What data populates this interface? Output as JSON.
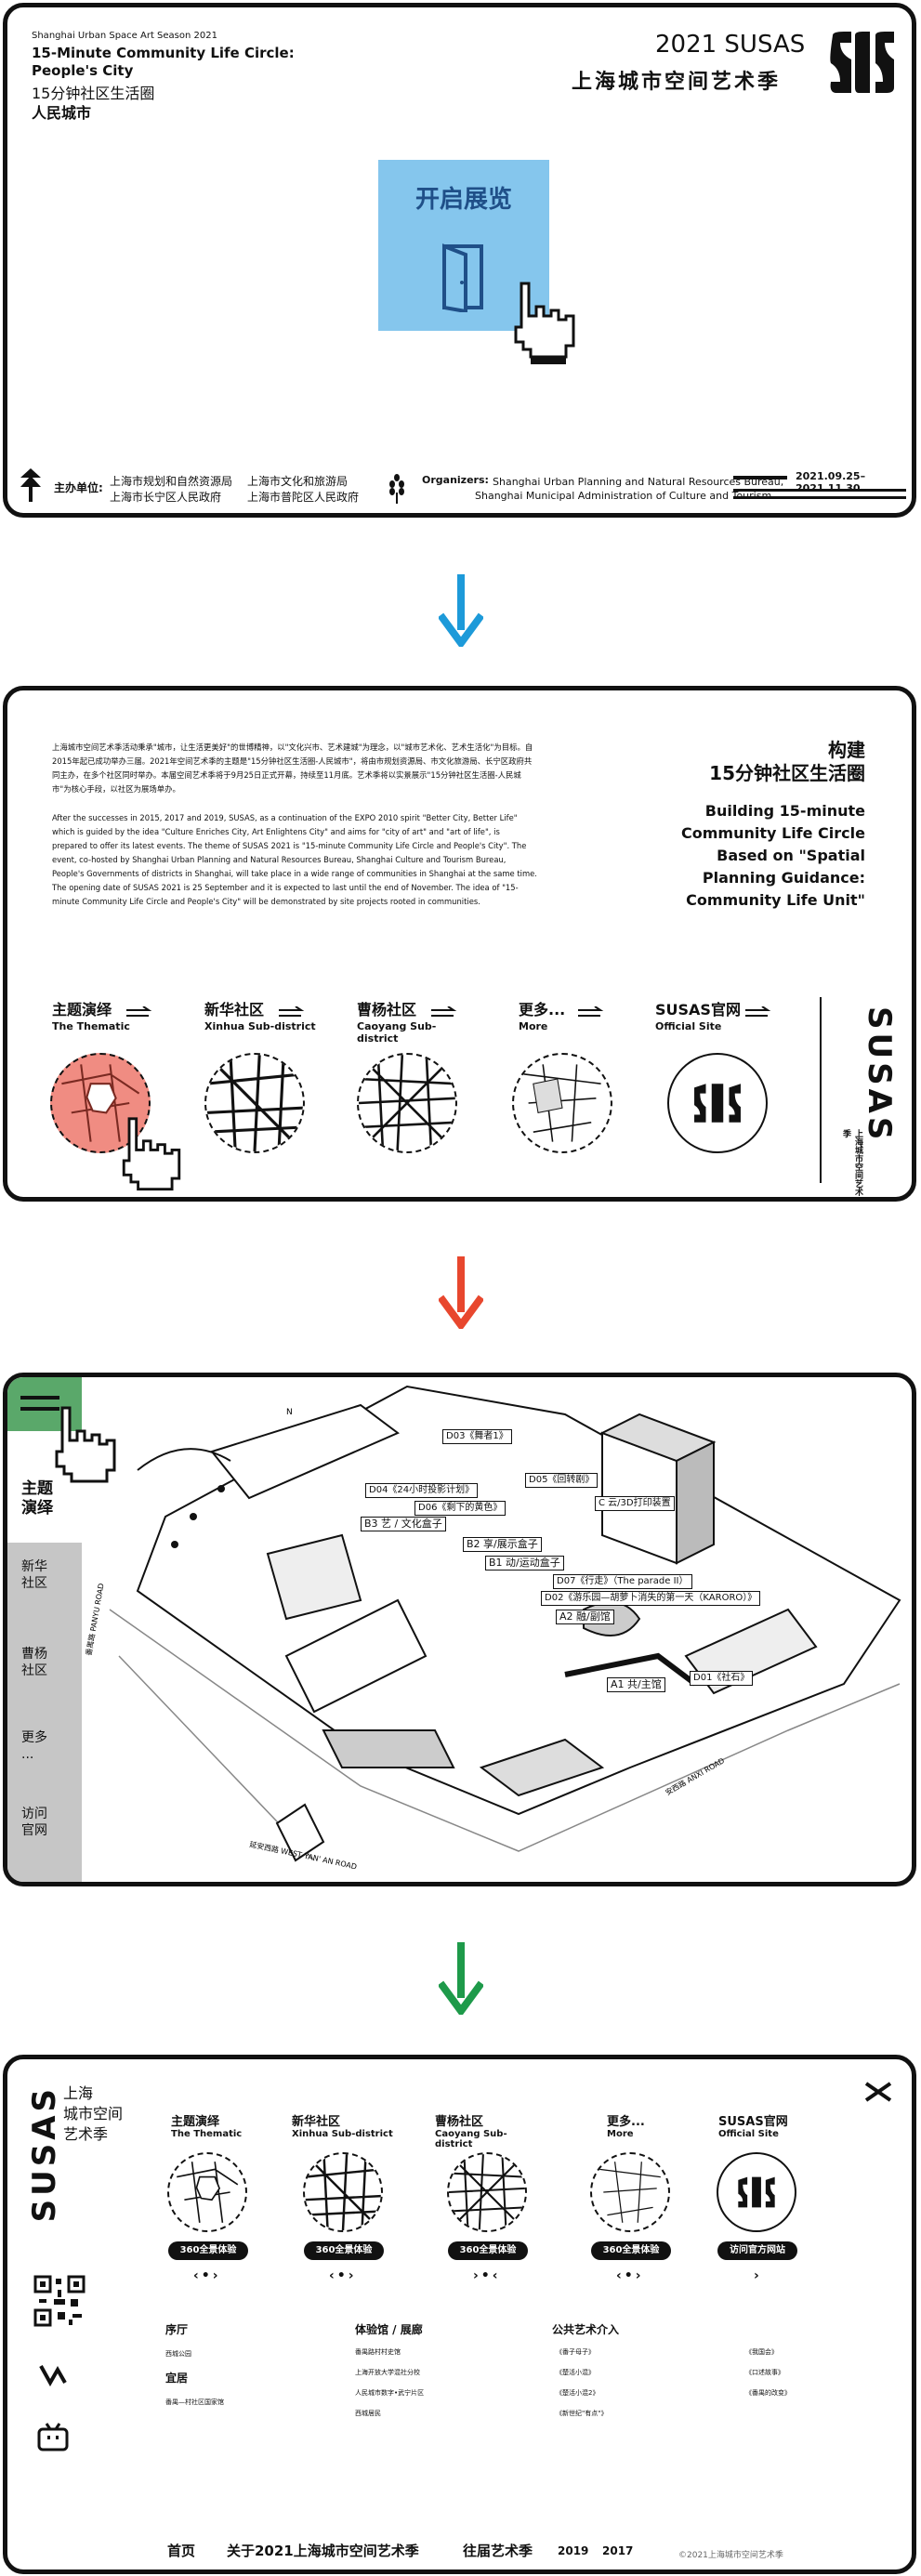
{
  "hero": {
    "season": "Shanghai Urban Space  Art Season 2021",
    "title_en_1": "15-Minute  Community Life Circle:",
    "title_en_2": "People's City",
    "title_cn_1": "15分钟社区生活圈",
    "title_cn_2": "人民城市",
    "brand_en": "2021 SUSAS",
    "brand_cn": "上海城市空间艺术季",
    "enter_button": "开启展览",
    "host_label": "主办单位:",
    "host_1": "上海市规划和自然资源局",
    "host_2": "上海市长宁区人民政府",
    "host_3": "上海市文化和旅游局",
    "host_4": "上海市普陀区人民政府",
    "organizers_label": "Organizers:",
    "organizers_1": "Shanghai Urban Planning and Natural Resources Bureau,",
    "organizers_2": "Shanghai Municipal Administration of Culture and Tourism",
    "dates": "2021.09.25–2021.11.30"
  },
  "intro": {
    "cn_text": "上海城市空间艺术季活动秉承\"城市，让生活更美好\"的世博精神，以\"文化兴市、艺术建城\"为理念，以\"城市艺术化、艺术生活化\"为目标。自2015年起已成功举办三届。2021年空间艺术季的主题是\"15分钟社区生活圈-人民城市\"，将由市规划资源局、市文化旅游局、长宁区政府共同主办，在多个社区同时举办。本届空间艺术季将于9月25日正式开幕，持续至11月底。艺术季将以实景展示\"15分钟社区生活圈-人民城市\"为核心手段，以社区为展场单办。",
    "en_text": "After the successes in 2015, 2017 and 2019, SUSAS, as a continuation of the EXPO 2010 spirit \"Better City, Better Life\" which is guided by the idea \"Culture Enriches City, Art Enlightens City\" and aims for \"city of art\" and \"art of life\", is prepared to offer its latest events. The theme of SUSAS 2021 is \"15-minute Community Life Circle and People's City\". The event, co-hosted by Shanghai Urban Planning and Natural Resources Bureau, Shanghai Culture and Tourism Bureau, People's Governments of districts in Shanghai, will take place in a wide range of communities in Shanghai at the same time. The opening date of SUSAS 2021 is 25 September and it is expected to last until the end of November. The idea of \"15-minute Community Life Circle and People's City\" will be demonstrated by site projects rooted in communities.",
    "headline_cn_1": "构建",
    "headline_cn_2": "15分钟社区生活圈",
    "headline_en_1": "Building 15-minute",
    "headline_en_2": "Community Life Circle",
    "headline_en_3": "Based on \"Spatial",
    "headline_en_4": "Planning Guidance:",
    "headline_en_5": "Community Life Unit\"",
    "nav": [
      {
        "cn": "主题演绎",
        "en": "The Thematic"
      },
      {
        "cn": "新华社区",
        "en": "Xinhua Sub-district"
      },
      {
        "cn": "曹杨社区",
        "en": "Caoyang Sub-district"
      },
      {
        "cn": "更多...",
        "en": "More"
      },
      {
        "cn": "SUSAS官网",
        "en": "Official Site"
      }
    ],
    "vertical_brand": "SUSAS",
    "vertical_cn": "上海城市空间艺术季"
  },
  "map": {
    "side": [
      {
        "label": "主题\n演绎"
      },
      {
        "label": "新华\n社区"
      },
      {
        "label": "曹杨\n社区"
      },
      {
        "label": "更多\n..."
      },
      {
        "label": "访问\n官网"
      }
    ],
    "tags": [
      {
        "text": "D03《舞者1》"
      },
      {
        "text": "D04《24小时投影计划》"
      },
      {
        "text": "D05《回转剧》"
      },
      {
        "text": "D06《剩下的黄色》"
      },
      {
        "text": "C 云/3D打印装置"
      },
      {
        "text": "B3 艺 / 文化盒子"
      },
      {
        "text": "B2 享/展示盒子"
      },
      {
        "text": "B1 动/运动盒子"
      },
      {
        "text": "D07《行走》（The parade II）"
      },
      {
        "text": "D02《游乐园—胡萝卜消失的第一天（KARORO）》"
      },
      {
        "text": "A2 融/副馆"
      },
      {
        "text": "A1 共/主馆"
      },
      {
        "text": "D01《社石》"
      }
    ],
    "road_1": "番禺路 PANYU ROAD",
    "road_2": "安西路 ANXI ROAD",
    "road_3": "延安西路 WEST YAN' AN ROAD",
    "north": "N"
  },
  "footer": {
    "brand": "SUSAS",
    "brand_cn_1": "上海",
    "brand_cn_2": "城市空间",
    "brand_cn_3": "艺术季",
    "items": [
      {
        "cn": "主题演绎",
        "en": "The Thematic",
        "pill": "360全景体验",
        "pager": "‹•›"
      },
      {
        "cn": "新华社区",
        "en": "Xinhua Sub-district",
        "pill": "360全景体验",
        "pager": "‹•›"
      },
      {
        "cn": "曹杨社区",
        "en": "Caoyang Sub-district",
        "pill": "360全景体验",
        "pager": "›•‹"
      },
      {
        "cn": "更多...",
        "en": "More",
        "pill": "360全景体验",
        "pager": "‹•›"
      },
      {
        "cn": "SUSAS官网",
        "en": "Official Site",
        "pill": "访问官方网站",
        "pager": "›"
      }
    ],
    "menu": {
      "col1_h1": "序厅",
      "col1_i1": "西城公园",
      "col1_h2": "宜居",
      "col1_i2": "番禺—村社区国家馆",
      "col2_h": "体验馆 / 展廊",
      "col2_i1": "番禺路村村史馆",
      "col2_i2": "上海开放大学混社分校",
      "col2_i3": "人民城市数字•武宁片区",
      "col2_i4": "西城居民",
      "col3_h": "公共艺术介入",
      "col3_i1": "《番子母子》",
      "col3_i2": "《楚活小混》",
      "col3_i3": "《楚活小混2》",
      "col3_i4": "《新世纪\"有点\"》",
      "col4_i1": "《我国会》",
      "col4_i2": "《口述故事》",
      "col4_i3": "《番禺的改变》"
    },
    "links": [
      "首页",
      "关于2021上海城市空间艺术季",
      "往届艺术季",
      "2019",
      "2017"
    ],
    "copyright": "©2021上海城市空间艺术季"
  }
}
